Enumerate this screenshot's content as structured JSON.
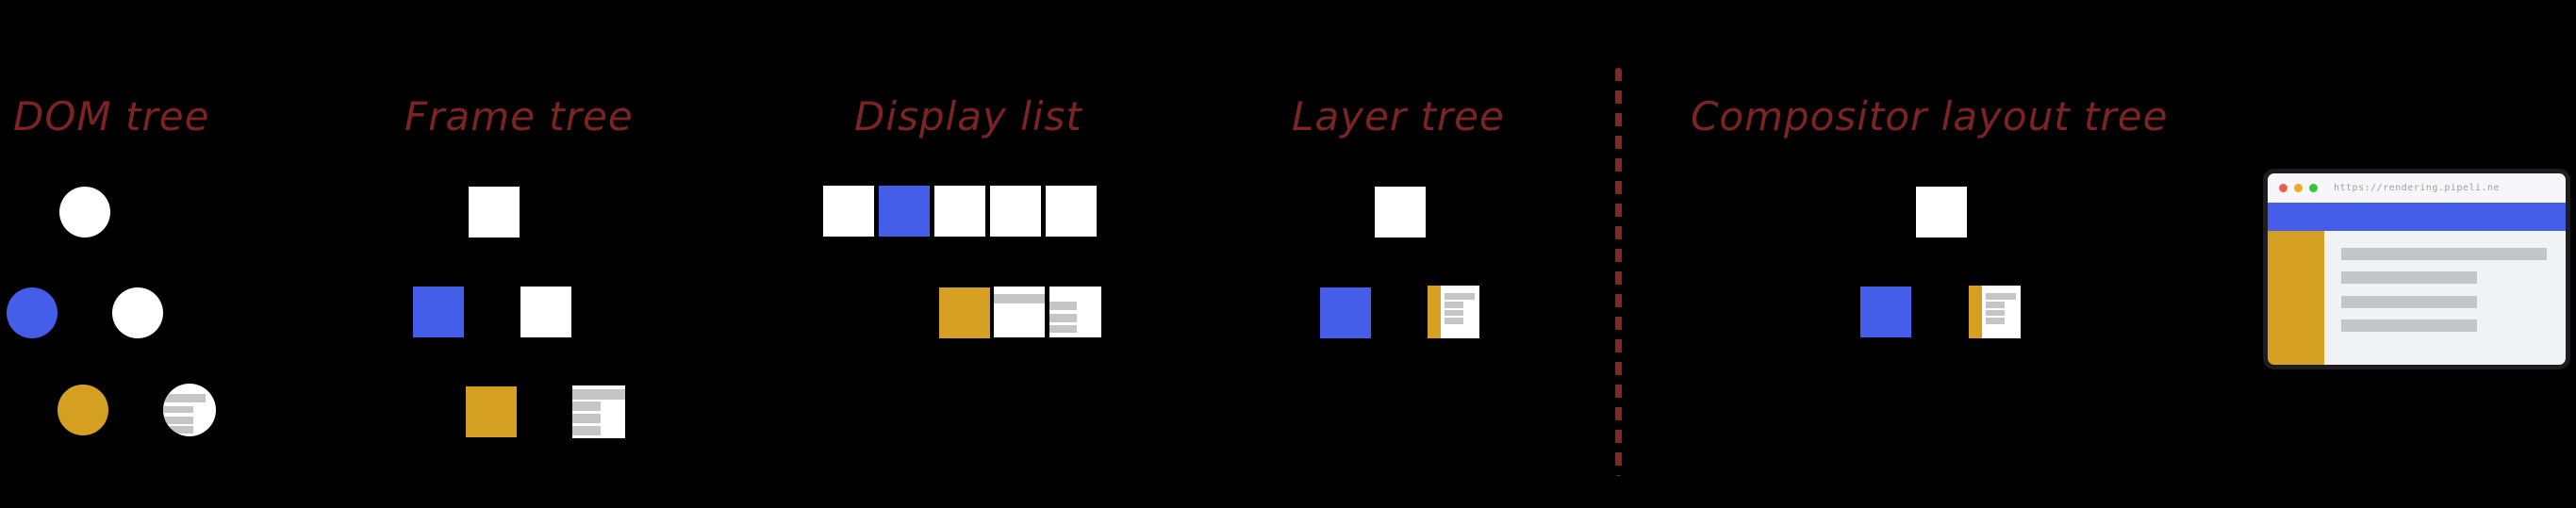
{
  "colors": {
    "bg": "#000000",
    "title_red": "#7d2323",
    "divider_red": "#7e2828",
    "blue": "#455eea",
    "orange": "#d5a021",
    "white": "#ffffff",
    "gray_bar": "#c5c5c5"
  },
  "sections": [
    {
      "id": "dom-tree",
      "title": "DOM tree"
    },
    {
      "id": "frame-tree",
      "title": "Frame tree"
    },
    {
      "id": "display-list",
      "title": "Display list"
    },
    {
      "id": "layer-tree",
      "title": "Layer tree"
    },
    {
      "id": "compositor-layout-tree",
      "title": "Compositor layout tree"
    }
  ],
  "window": {
    "url": "https://rendering.pipeli.ne",
    "traffic_lights": [
      "#f05b4f",
      "#f6a821",
      "#35c43c"
    ]
  }
}
